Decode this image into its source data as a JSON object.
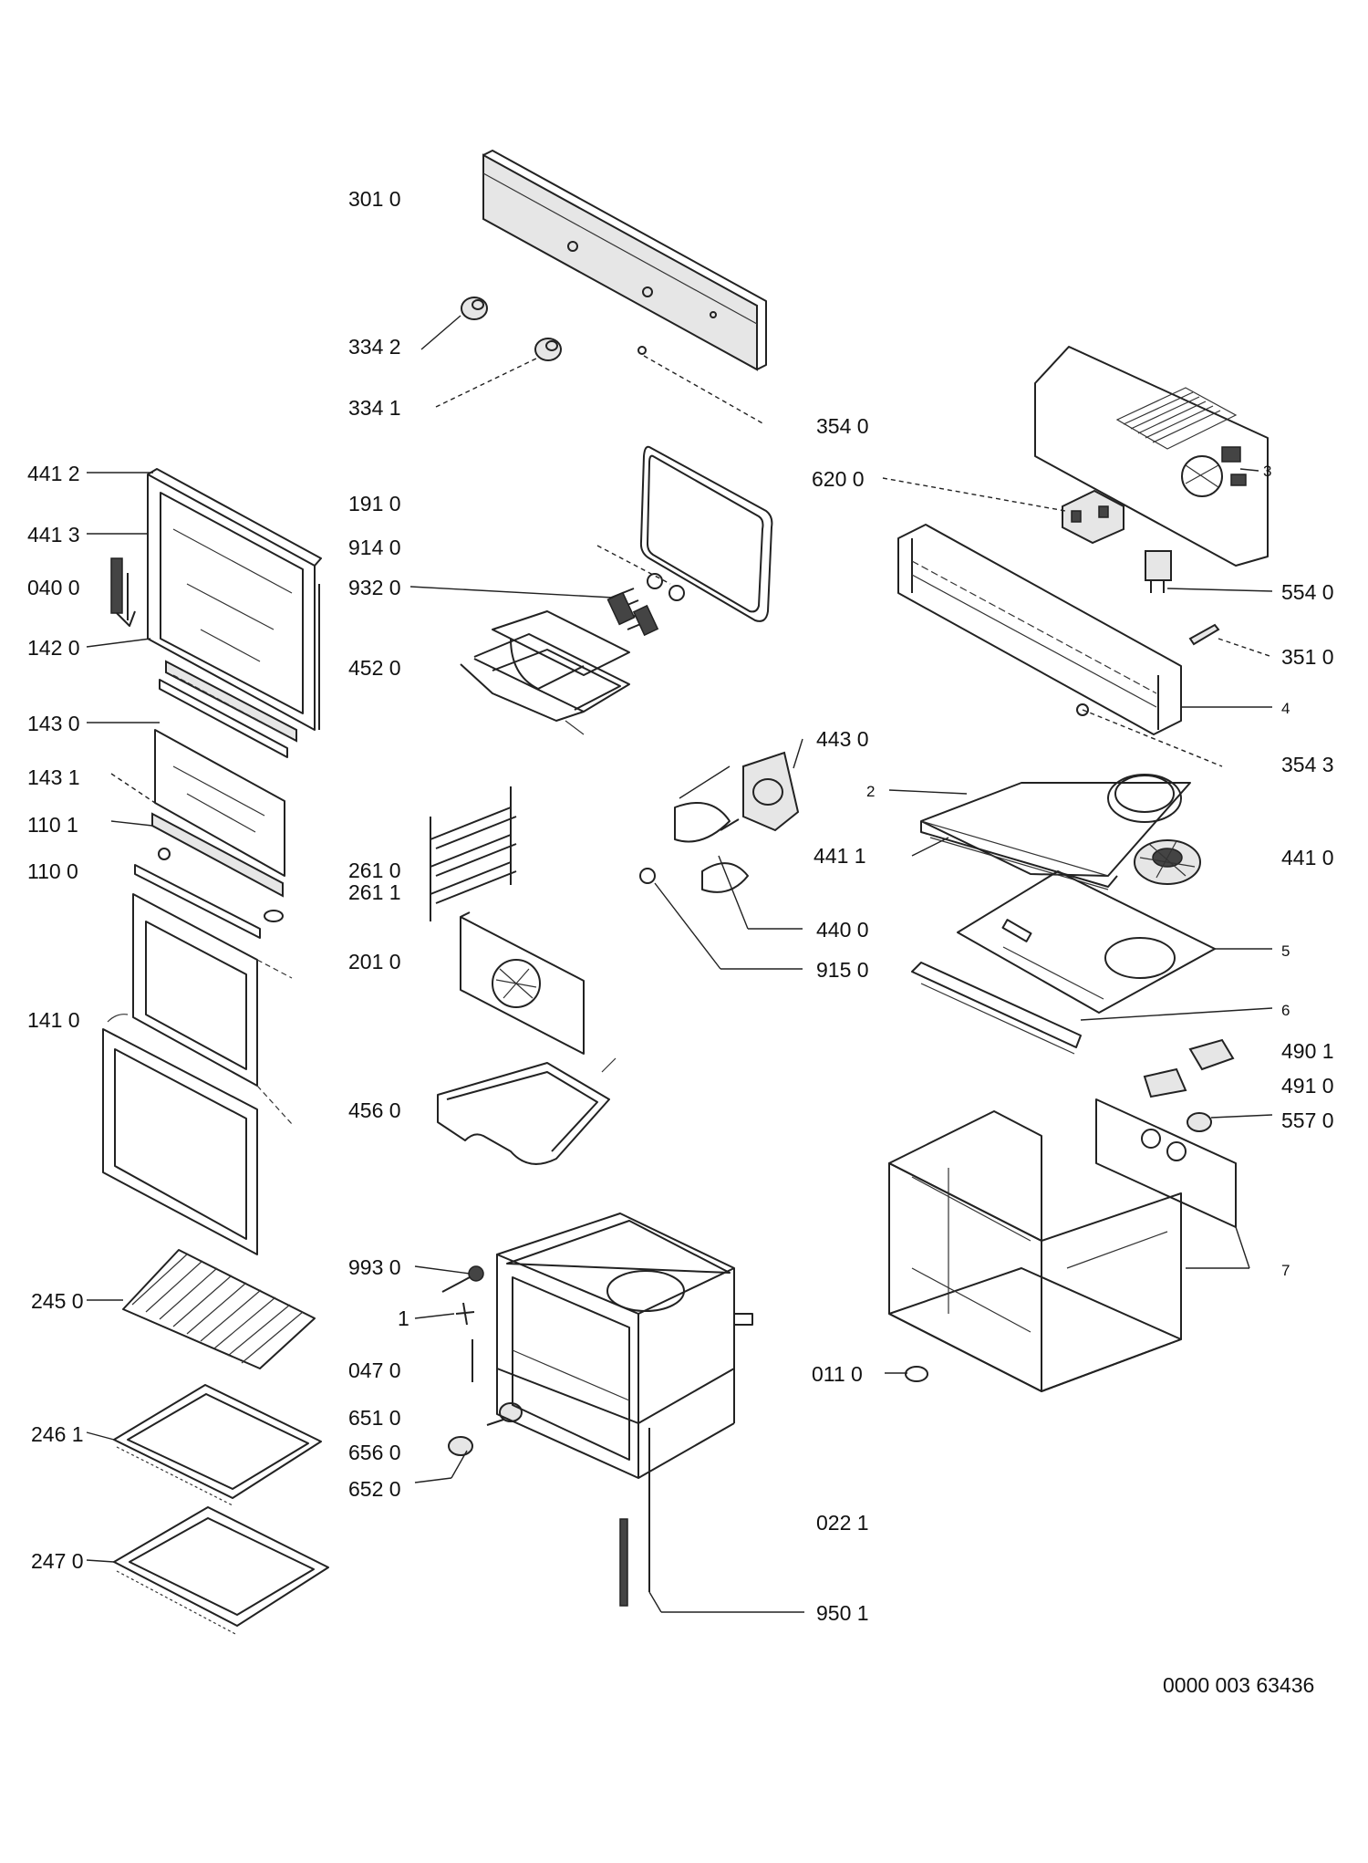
{
  "labels": {
    "p3010": "301 0",
    "p3342": "334 2",
    "p3341": "334 1",
    "p3540": "354 0",
    "p4412": "441 2",
    "p4413": "441 3",
    "p0400": "040 0",
    "p1420": "142 0",
    "p1430": "143 0",
    "p1431": "143 1",
    "p1101": "110 1",
    "p1100": "110 0",
    "p1410": "141 0",
    "p2450": "245 0",
    "p2461": "246 1",
    "p2470": "247 0",
    "p1910": "191 0",
    "p9140": "914 0",
    "p9320": "932 0",
    "p4520": "452 0",
    "p2610": "261 0",
    "p2611": "261 1",
    "p2010": "201 0",
    "p4560": "456 0",
    "p9930": "993 0",
    "p1": "1",
    "p0470": "047 0",
    "p6510": "651 0",
    "p6560": "656 0",
    "p6520": "652 0",
    "p0221": "022 1",
    "p9501": "950 1",
    "p6200": "620 0",
    "p3": "3",
    "p5540": "554 0",
    "p3510": "351 0",
    "p4": "4",
    "p3543": "354 3",
    "p4430": "443 0",
    "p2": "2",
    "p4411": "441 1",
    "p4410": "441 0",
    "p4400": "440 0",
    "p9150": "915 0",
    "p5": "5",
    "p6": "6",
    "p4901": "490 1",
    "p4910": "491 0",
    "p5570": "557 0",
    "p7": "7",
    "p0110": "011 0"
  },
  "document_number": "0000 003 63436"
}
